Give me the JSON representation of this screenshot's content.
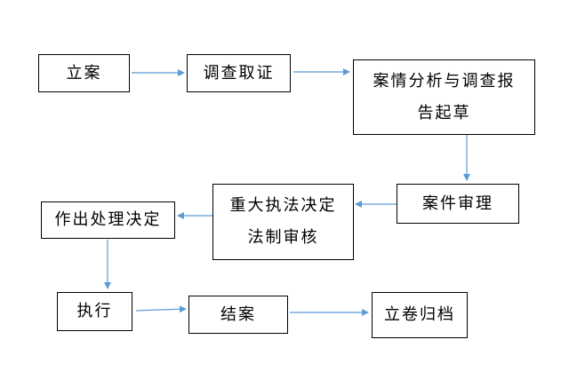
{
  "colors": {
    "arrow": "#5B9BD5",
    "border": "#000000",
    "text": "#000000"
  },
  "nodes": {
    "filing": "立案",
    "investigation": "调查取证",
    "analysis_line1": "案情分析与调查报",
    "analysis_line2": "告起草",
    "case_review": "案件审理",
    "legal_review_line1": "重大执法决定",
    "legal_review_line2": "法制审核",
    "decision": "作出处理决定",
    "execution": "执行",
    "closing": "结案",
    "archive": "立卷归档"
  }
}
